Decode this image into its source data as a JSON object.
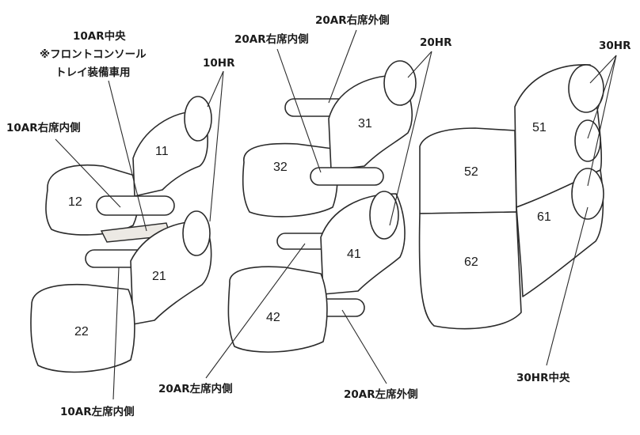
{
  "parts": {
    "p11": "11",
    "p12": "12",
    "p21": "21",
    "p22": "22",
    "p31": "31",
    "p32": "32",
    "p41": "41",
    "p42": "42",
    "p51": "51",
    "p52": "52",
    "p61": "61",
    "p62": "62"
  },
  "labels": {
    "ar10_center_line1": "10AR中央",
    "ar10_center_line2": "※フロントコンソール",
    "ar10_center_line3": "トレイ装備車用",
    "ar10_right_inner": "10AR右席内側",
    "hr10": "10HR",
    "ar10_left_inner": "10AR左席内側",
    "ar20_right_outer": "20AR右席外側",
    "ar20_right_inner": "20AR右席内側",
    "hr20": "20HR",
    "ar20_left_inner": "20AR左席内側",
    "ar20_left_outer": "20AR左席外側",
    "hr30": "30HR",
    "hr30_center": "30HR中央"
  }
}
